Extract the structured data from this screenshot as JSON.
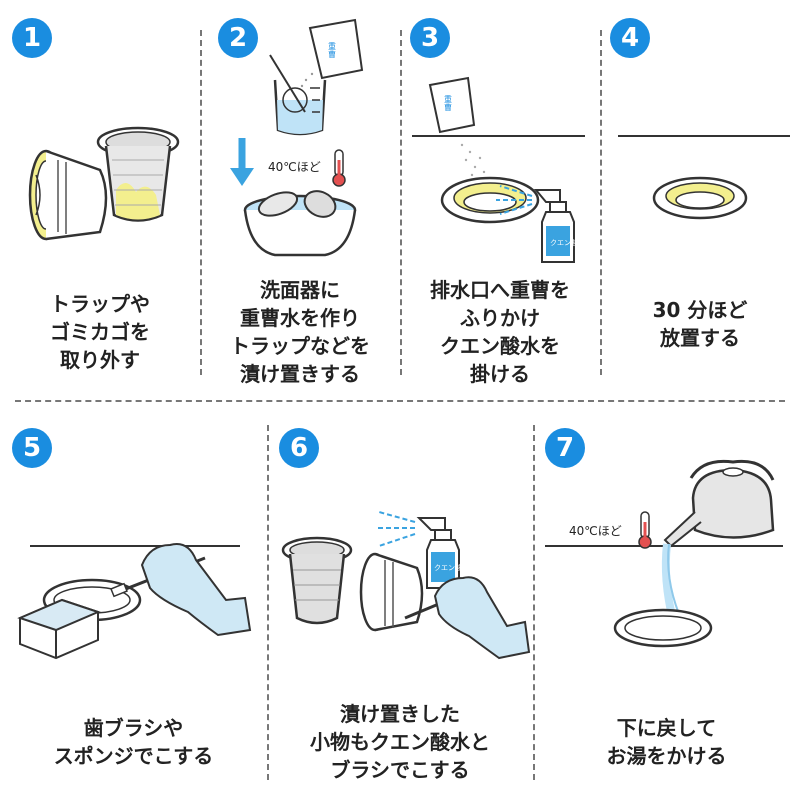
{
  "steps": [
    {
      "num": "1",
      "lines": [
        "トラップや",
        "ゴミカゴを",
        "取り外す"
      ]
    },
    {
      "num": "2",
      "lines": [
        "洗面器に",
        "重曹水を作り",
        "トラップなどを",
        "漬け置きする"
      ]
    },
    {
      "num": "3",
      "lines": [
        "排水口へ重曹を",
        "ふりかけ",
        "クエン酸水を",
        "掛ける"
      ]
    },
    {
      "num": "4",
      "lines": [
        "30 分ほど",
        "放置する"
      ]
    },
    {
      "num": "5",
      "lines": [
        "歯ブラシや",
        "スポンジでこする"
      ]
    },
    {
      "num": "6",
      "lines": [
        "漬け置きした",
        "小物もクエン酸水と",
        "ブラシでこする"
      ]
    },
    {
      "num": "7",
      "lines": [
        "下に戻して",
        "お湯をかける"
      ]
    }
  ],
  "labels": {
    "temp_step2": "40℃ほど",
    "temp_step7": "40℃ほど",
    "baking_soda": "重曹",
    "citric_acid": "クエン酸"
  },
  "colors": {
    "badge": "#1a8de0",
    "water": "#bfe3f7",
    "residue": "#f3ef8e",
    "spray": "#3aa3e0",
    "glove": "#cfe8f5",
    "outline": "#333333"
  }
}
